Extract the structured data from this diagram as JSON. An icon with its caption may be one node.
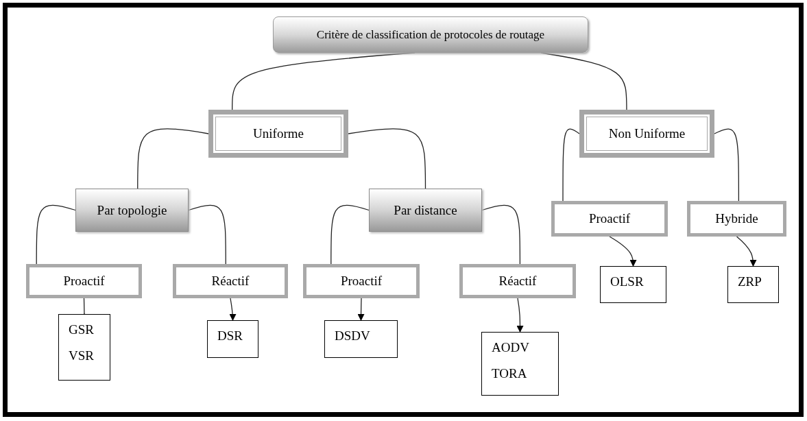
{
  "diagram": {
    "nodes": [
      {
        "text": [
          "Critère de classification de protocoles de routage"
        ]
      },
      {
        "text": [
          "Uniforme"
        ]
      },
      {
        "text": [
          "Non Uniforme"
        ]
      },
      {
        "text": [
          "Par topologie"
        ]
      },
      {
        "text": [
          "Par distance"
        ]
      },
      {
        "text": [
          "Proactif"
        ]
      },
      {
        "text": [
          "Réactif"
        ]
      },
      {
        "text": [
          "Proactif"
        ]
      },
      {
        "text": [
          "Réactif"
        ]
      },
      {
        "text": [
          "Proactif"
        ]
      },
      {
        "text": [
          "Hybride"
        ]
      },
      {
        "text": [
          "GSR",
          "VSR"
        ]
      },
      {
        "text": [
          "DSR"
        ]
      },
      {
        "text": [
          "DSDV"
        ]
      },
      {
        "text": [
          "AODV",
          "TORA"
        ]
      },
      {
        "text": [
          "OLSR"
        ]
      },
      {
        "text": [
          "ZRP"
        ]
      }
    ],
    "edges": [
      {
        "from": 0,
        "to": 1,
        "arrow": "none"
      },
      {
        "from": 0,
        "to": 2,
        "arrow": "none"
      },
      {
        "from": 1,
        "to": 3,
        "arrow": "none"
      },
      {
        "from": 1,
        "to": 4,
        "arrow": "none"
      },
      {
        "from": 2,
        "to": 9,
        "arrow": "none"
      },
      {
        "from": 2,
        "to": 10,
        "arrow": "none"
      },
      {
        "from": 3,
        "to": 5,
        "arrow": "none"
      },
      {
        "from": 3,
        "to": 6,
        "arrow": "none"
      },
      {
        "from": 4,
        "to": 7,
        "arrow": "none"
      },
      {
        "from": 4,
        "to": 8,
        "arrow": "none"
      },
      {
        "from": 5,
        "to": 11,
        "arrow": "to"
      },
      {
        "from": 6,
        "to": 12,
        "arrow": "to"
      },
      {
        "from": 7,
        "to": 13,
        "arrow": "to"
      },
      {
        "from": 8,
        "to": 14,
        "arrow": "to"
      },
      {
        "from": 9,
        "to": 15,
        "arrow": "to"
      },
      {
        "from": 10,
        "to": 16,
        "arrow": "to"
      }
    ]
  }
}
